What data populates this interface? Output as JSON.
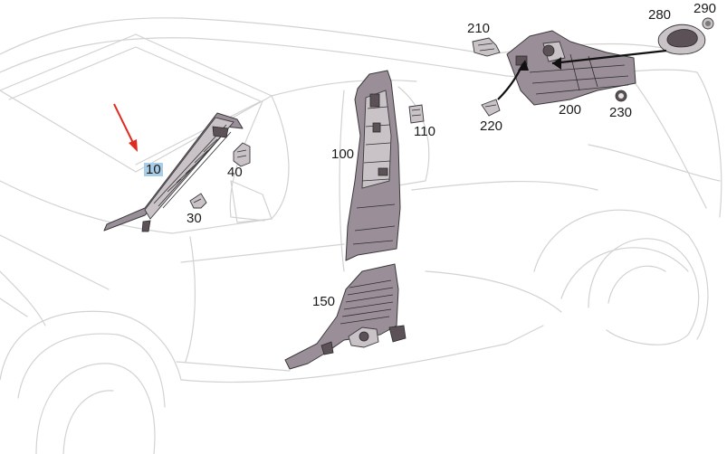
{
  "callouts": {
    "c10": "10",
    "c30": "30",
    "c40": "40",
    "c100": "100",
    "c110": "110",
    "c150": "150",
    "c200": "200",
    "c210": "210",
    "c220": "220",
    "c230": "230",
    "c280": "280",
    "c290": "290"
  },
  "colors": {
    "arrow": "#e02b20",
    "highlight": "#a9cde6",
    "car_outline": "#d2d2d2",
    "trim_part": "#9a8f98"
  },
  "selected_part": "10"
}
